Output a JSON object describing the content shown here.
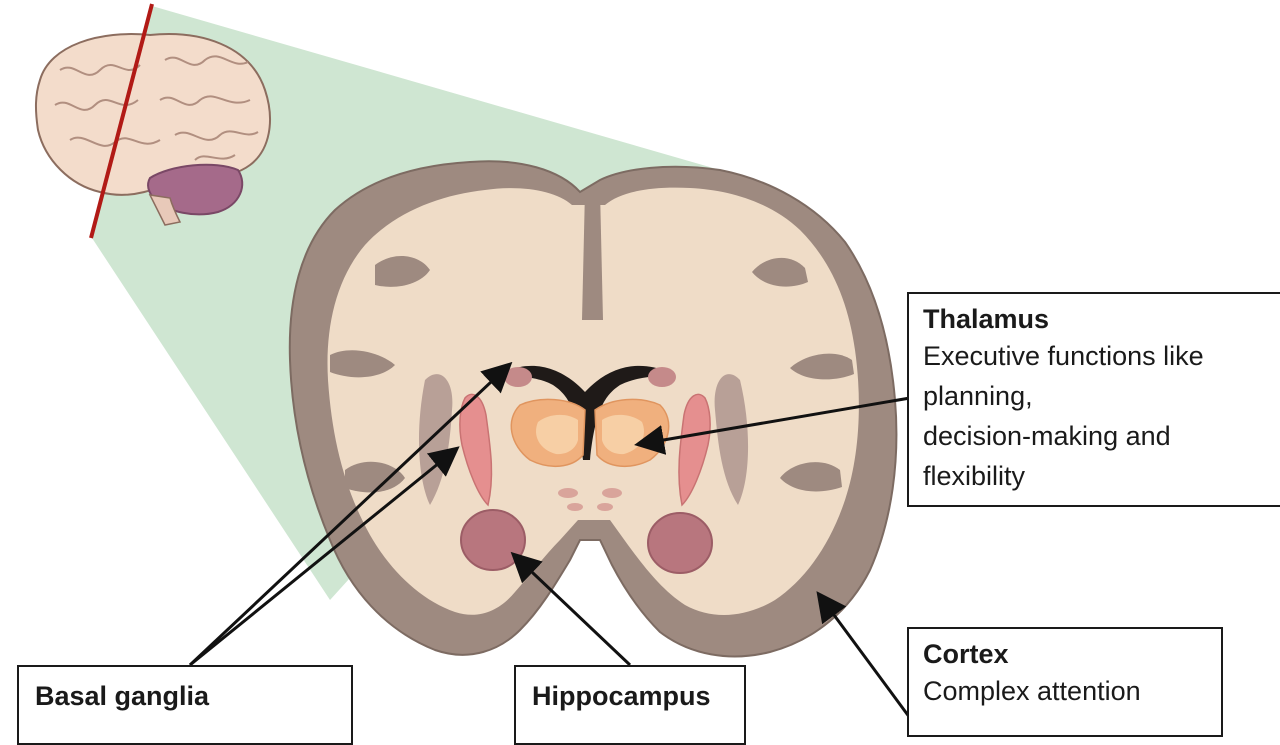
{
  "labels": {
    "thalamus": {
      "title": "Thalamus",
      "desc_lines": [
        "Executive functions like",
        "planning,",
        "decision-making and",
        "flexibility"
      ]
    },
    "cortex": {
      "title": "Cortex",
      "desc_lines": [
        "Complex attention"
      ]
    },
    "basal_ganglia": {
      "title": "Basal ganglia"
    },
    "hippocampus": {
      "title": "Hippocampus"
    }
  },
  "colors": {
    "grey_matter": "#9e8a80",
    "grey_matter_outer": "#8e7b72",
    "white_matter": "#efdcc7",
    "projection": "#cfe6d2",
    "cut_line": "#b11a16",
    "thalamus": "#f0b07e",
    "thalamus_light": "#f7cfa5",
    "hippocampus": "#b8767e",
    "basal_ganglia": "#e58f8f",
    "ventricle": "#1f1a18",
    "brain_surface": "#f3dccb",
    "cerebellum": "#a56a8a",
    "arrow": "#111111"
  }
}
